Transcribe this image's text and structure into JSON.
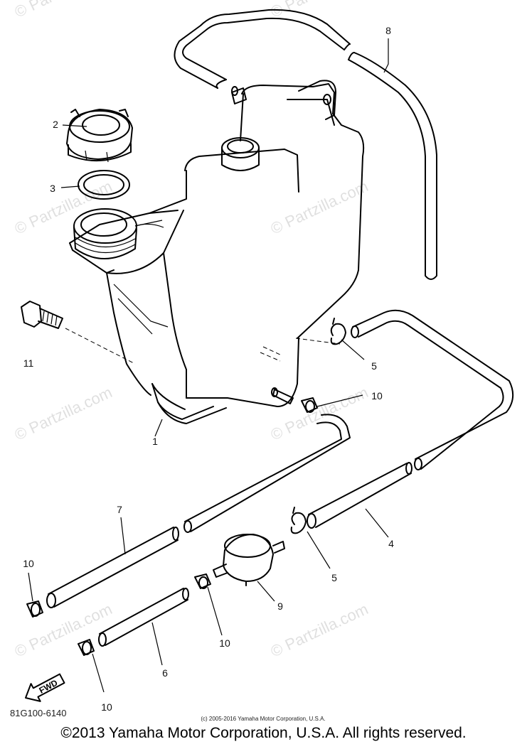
{
  "watermark": "© Partzilla.com",
  "part_labels": {
    "p1": "1",
    "p2": "2",
    "p3": "3",
    "p4": "4",
    "p5a": "5",
    "p5b": "5",
    "p6": "6",
    "p7": "7",
    "p8": "8",
    "p9": "9",
    "p10a": "10",
    "p10b": "10",
    "p10c": "10",
    "p10d": "10",
    "p11": "11"
  },
  "fwd_label": "FWD",
  "diagram_code": "81G100-6140",
  "small_copyright": "(c) 2005-2016 Yamaha Motor Corporation, U.S.A.",
  "copyright": "©2013 Yamaha Motor Corporation, U.S.A. All rights reserved."
}
